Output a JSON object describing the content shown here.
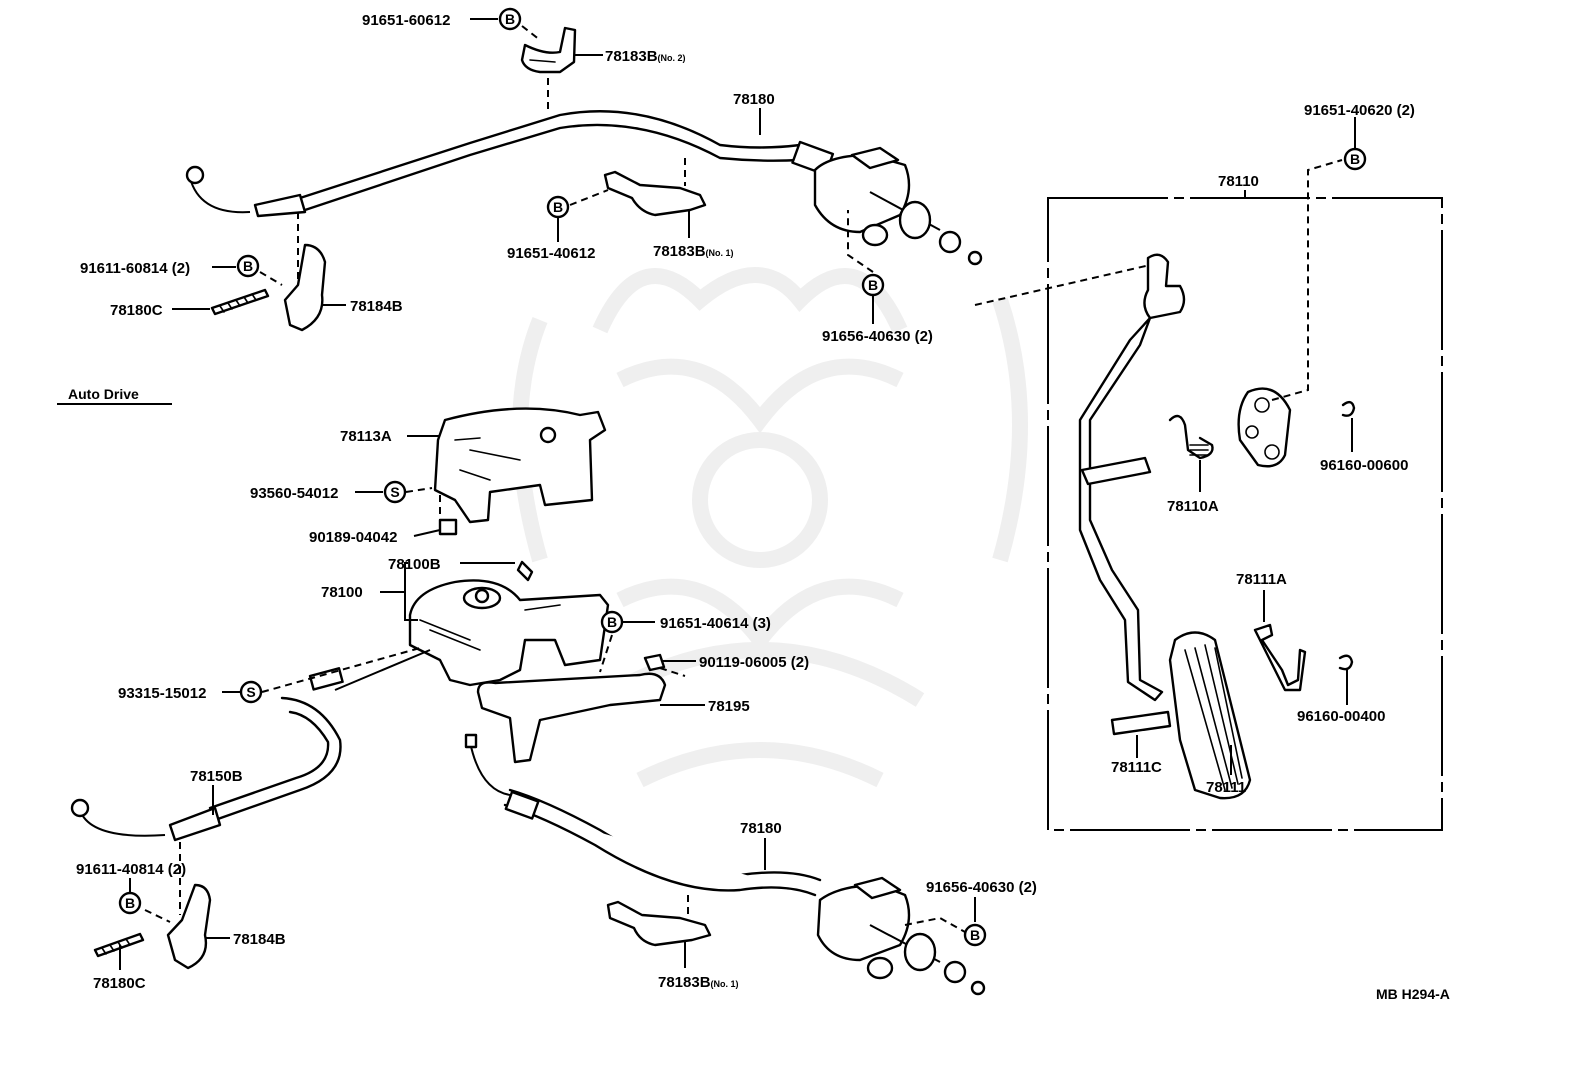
{
  "diagram": {
    "code": "MB H294-A",
    "section_title": "Auto Drive",
    "symbols": {
      "bolt": "B",
      "screw": "S"
    },
    "labels": [
      {
        "id": "91651-60612",
        "text": "91651-60612",
        "sub": ""
      },
      {
        "id": "78183B-no2",
        "text": "78183B",
        "sub": "(No. 2)"
      },
      {
        "id": "78180-top",
        "text": "78180",
        "sub": ""
      },
      {
        "id": "91651-40620",
        "text": "91651-40620 (2)",
        "sub": ""
      },
      {
        "id": "78110",
        "text": "78110",
        "sub": ""
      },
      {
        "id": "91611-60814",
        "text": "91611-60814 (2)",
        "sub": ""
      },
      {
        "id": "78180C-top",
        "text": "78180C",
        "sub": ""
      },
      {
        "id": "78184B-top",
        "text": "78184B",
        "sub": ""
      },
      {
        "id": "91651-40612",
        "text": "91651-40612",
        "sub": ""
      },
      {
        "id": "78183B-no1-top",
        "text": "78183B",
        "sub": "(No. 1)"
      },
      {
        "id": "91656-40630-top",
        "text": "91656-40630 (2)",
        "sub": ""
      },
      {
        "id": "78110A",
        "text": "78110A",
        "sub": ""
      },
      {
        "id": "96160-00600",
        "text": "96160-00600",
        "sub": ""
      },
      {
        "id": "78113A",
        "text": "78113A",
        "sub": ""
      },
      {
        "id": "93560-54012",
        "text": "93560-54012",
        "sub": ""
      },
      {
        "id": "90189-04042",
        "text": "90189-04042",
        "sub": ""
      },
      {
        "id": "78100B",
        "text": "78100B",
        "sub": ""
      },
      {
        "id": "78100",
        "text": "78100",
        "sub": ""
      },
      {
        "id": "91651-40614",
        "text": "91651-40614 (3)",
        "sub": ""
      },
      {
        "id": "90119-06005",
        "text": "90119-06005 (2)",
        "sub": ""
      },
      {
        "id": "78195",
        "text": "78195",
        "sub": ""
      },
      {
        "id": "93315-15012",
        "text": "93315-15012",
        "sub": ""
      },
      {
        "id": "78111A",
        "text": "78111A",
        "sub": ""
      },
      {
        "id": "96160-00400",
        "text": "96160-00400",
        "sub": ""
      },
      {
        "id": "78111C",
        "text": "78111C",
        "sub": ""
      },
      {
        "id": "78111",
        "text": "78111",
        "sub": ""
      },
      {
        "id": "78150B",
        "text": "78150B",
        "sub": ""
      },
      {
        "id": "91611-40814",
        "text": "91611-40814 (2)",
        "sub": ""
      },
      {
        "id": "78184B-bottom",
        "text": "78184B",
        "sub": ""
      },
      {
        "id": "78180C-bottom",
        "text": "78180C",
        "sub": ""
      },
      {
        "id": "78180-bottom",
        "text": "78180",
        "sub": ""
      },
      {
        "id": "91656-40630-bottom",
        "text": "91656-40630 (2)",
        "sub": ""
      },
      {
        "id": "78183B-no1-bottom",
        "text": "78183B",
        "sub": "(No. 1)"
      }
    ]
  }
}
